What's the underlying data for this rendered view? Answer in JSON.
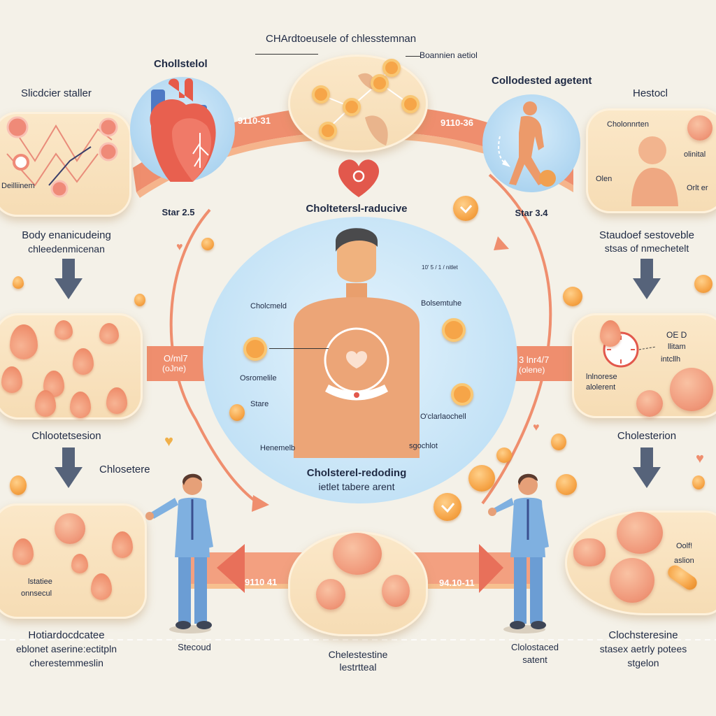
{
  "title": "CHArdtoeusele of chlesstemnan",
  "palette": {
    "background": "#f4f1e8",
    "panel": "#f8e2bf",
    "band": "#ef8e6e",
    "circle_blue": "#a9d2ef",
    "arrow_gray": "#56637a",
    "text": "#1f2a44",
    "orb": "#f6a548",
    "heart_red": "#e2584c"
  },
  "top": {
    "left_panel": {
      "title": "Slicdcier staller",
      "callout": "Deilliinem",
      "caption_line1": "Body enanicudeing",
      "caption_line2": "chleedenmicenan"
    },
    "heart_circle": {
      "title": "Chollstelol",
      "stage": "Star 2.5",
      "icon": "heart-organ-icon"
    },
    "center_panel": {
      "title": "CHArdtoeusele of chlesstemnan",
      "callout": "Boannien aetiol"
    },
    "walker_circle": {
      "title": "Collodested agetent",
      "stage": "Star 3.4",
      "icon": "walking-person-icon"
    },
    "right_panel": {
      "title": "Hestocl",
      "callout_1": "Cholonnrten",
      "callout_2": "olinital",
      "callout_3": "Olen",
      "callout_4": "Orlt er",
      "caption_line1": "Staudoef sestoveble",
      "caption_line2": "stsas of nmechetelt"
    },
    "band_left_label": "9110-31",
    "band_right_label": "9110-36"
  },
  "center": {
    "heading": "Choltetersl-raducive",
    "caption_line1": "Cholsterel-redoding",
    "caption_line2": "ietlet tabere arent",
    "labels": {
      "top_left": "Cholcmeld",
      "top_right": "Bolsemtuhe",
      "left": "Osromelile",
      "left_mid": "Stare",
      "bottom_left": "Henemelb",
      "right": "O'clarlaochell",
      "bottom_right": "sgochlot",
      "tiny_note": "10' 5 / 1 / nitlet"
    }
  },
  "middle": {
    "left_panel": {
      "caption": "Chlootetsesion",
      "band_label_line1": "O/ml7",
      "band_label_line2": "(oJne)"
    },
    "right_panel": {
      "callout_1": "OE D",
      "callout_2": "llitam",
      "callout_3": "intcllh",
      "inner_label_line1": "lnlnorese",
      "inner_label_line2": "alolerent",
      "caption": "Cholesterion",
      "band_label_line1": "3 lnr4/7",
      "band_label_line2": "(olene)"
    },
    "doctor_label": "Chlosetere"
  },
  "bottom": {
    "left_panel": {
      "inner_line1": "lstatiee",
      "inner_line2": "onnsecul",
      "caption_line1": "Hotiardocdcatee",
      "caption_line2": "eblonet aserine:ectitpln",
      "caption_line3": "cherestemmeslin"
    },
    "doctor_left_label": "Stecoud",
    "center_panel": {
      "caption_line1": "Chelestestine",
      "caption_line2": "lestrtteal"
    },
    "doctor_right_label_line1": "Clolostaced",
    "doctor_right_label_line2": "satent",
    "right_panel": {
      "inner_line1": "Oolf!",
      "inner_line2": "aslion",
      "caption_line1": "Clochsteresine",
      "caption_line2": "stasex aetrly potees",
      "caption_line3": "stgelon"
    },
    "band_left_label": "9110 41",
    "band_right_label": "94.10-11"
  }
}
